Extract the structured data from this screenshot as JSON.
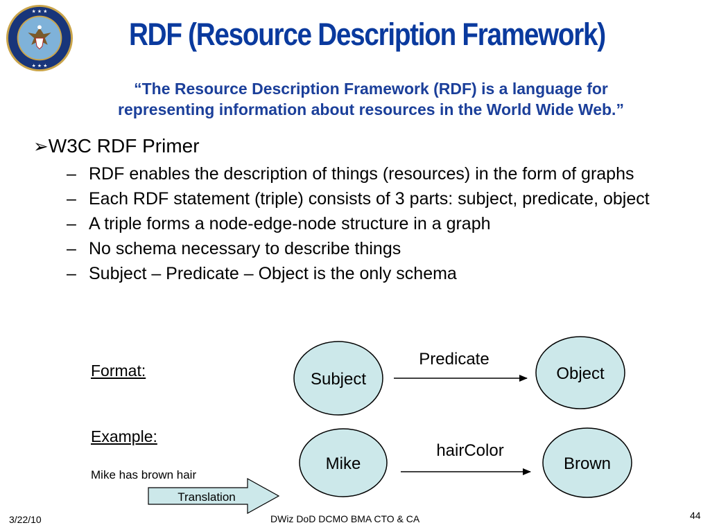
{
  "title": "RDF (Resource Description Framework)",
  "quote": {
    "line1": "“The Resource Description Framework (RDF) is a language for",
    "line2": "representing information about resources in the World Wide Web.”"
  },
  "primer": {
    "arrow": "➢",
    "heading": "W3C RDF Primer"
  },
  "points": [
    "RDF enables the description of things (resources) in the form of graphs",
    "Each RDF statement (triple) consists of 3 parts: subject, predicate, object",
    "A triple forms a node-edge-node structure in a graph",
    "No schema necessary to describe things",
    "Subject – Predicate – Object is the only schema"
  ],
  "dash": "–",
  "format": {
    "label": "Format:",
    "subject": "Subject",
    "predicate": "Predicate",
    "object": "Object"
  },
  "example": {
    "label": "Example:",
    "subject": "Mike",
    "predicate": "hairColor",
    "object": "Brown",
    "sentence": "Mike has brown hair",
    "translation": "Translation"
  },
  "footer": {
    "date": "3/22/10",
    "center": "DWiz DoD DCMO BMA CTO & CA",
    "page": "44"
  },
  "colors": {
    "title": "#0a3a9e",
    "quote": "#1b3f9a",
    "node_fill": "#cce8ea",
    "seal_outer": "#18357a",
    "seal_gold": "#c9a44a"
  },
  "icons": {
    "seal": "department-of-defense-seal",
    "bullet": "arrowhead-bullet"
  }
}
